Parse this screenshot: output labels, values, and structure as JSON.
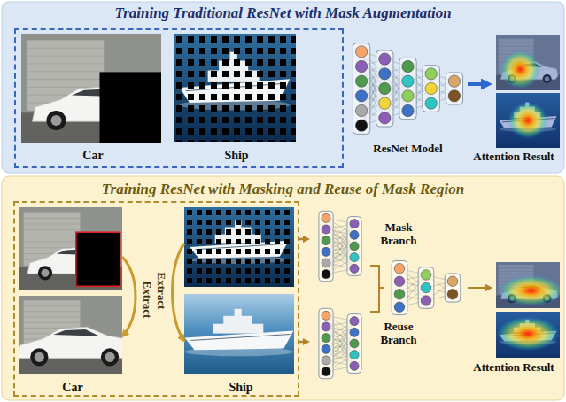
{
  "diagram": {
    "nodes": [
      {
        "text": [
          "Training Traditional ResNet with Mask Augmentation"
        ]
      },
      {
        "text": [
          "Car",
          "Ship"
        ],
        "in": 0
      },
      {
        "text": [
          "ResNet Model"
        ],
        "in": 0
      },
      {
        "text": [
          "Attention Result"
        ],
        "in": 0
      },
      {
        "text": [
          "Training ResNet with Masking and Reuse of Mask Region"
        ]
      },
      {
        "text": [
          "Car",
          "Ship"
        ],
        "in": 4
      },
      {
        "text": [
          "Mask Branch"
        ],
        "in": 4
      },
      {
        "text": [
          "Reuse Branch"
        ],
        "in": 4
      },
      {
        "text": [
          "Attention Result"
        ],
        "in": 4
      }
    ],
    "edges": [
      {
        "from": 2,
        "to": 3,
        "arrow": "to"
      },
      {
        "from": 5,
        "to": 6,
        "arrow": "to"
      },
      {
        "from": 5,
        "to": 7,
        "arrow": "to"
      },
      {
        "from": 6,
        "to": 8,
        "arrow": "to"
      },
      {
        "from": 7,
        "to": 8,
        "arrow": "to"
      }
    ],
    "labels": [
      "Extract",
      "Extract"
    ]
  }
}
